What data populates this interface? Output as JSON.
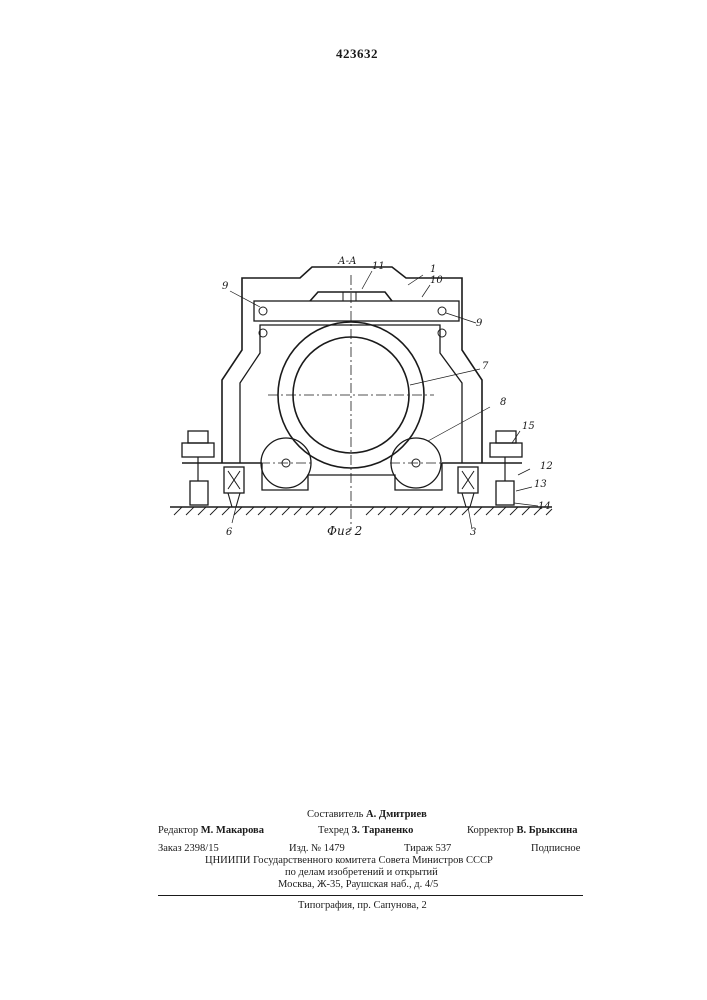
{
  "header": {
    "patent_number": "423632"
  },
  "figure": {
    "section_label": "А-А",
    "caption": "Фиг 2",
    "part_labels": [
      "1",
      "3",
      "6",
      "7",
      "8",
      "9",
      "9",
      "10",
      "11",
      "12",
      "13",
      "14",
      "15"
    ]
  },
  "colophon": {
    "compiler_label": "Составитель",
    "compiler_name": "А. Дмитриев",
    "editor_label": "Редактор",
    "editor_name": "М. Макарова",
    "techred_label": "Техред",
    "techred_name": "З. Тараненко",
    "corrector_label": "Корректор",
    "corrector_name": "В. Брыксина",
    "order": "Заказ 2398/15",
    "edition": "Изд. № 1479",
    "circulation": "Тираж 537",
    "subscription": "Подписное",
    "org_line1": "ЦНИИПИ Государственного комитета Совета Министров СССР",
    "org_line2": "по делам изобретений и открытий",
    "address": "Москва, Ж-35, Раушская наб., д. 4/5",
    "printer": "Типография, пр. Сапунова, 2"
  }
}
